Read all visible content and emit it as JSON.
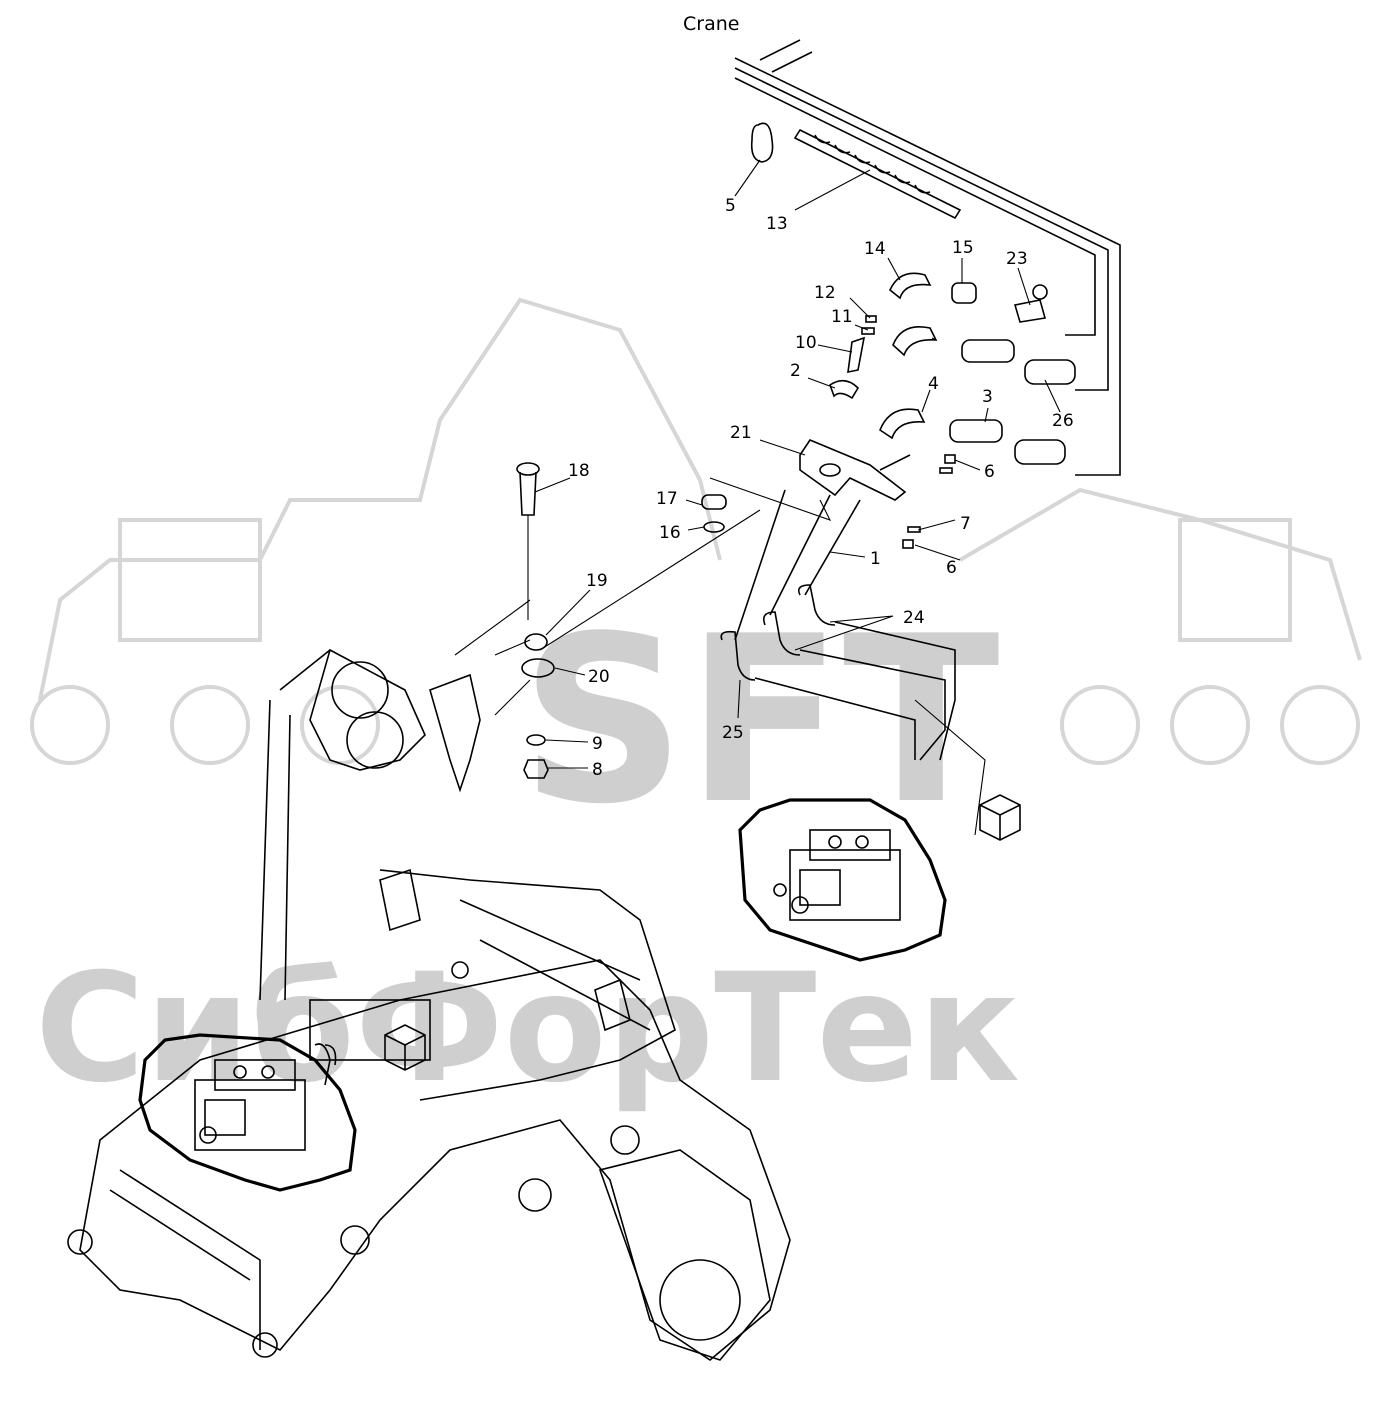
{
  "diagram": {
    "title": "Crane",
    "watermark": {
      "logo": "SFT",
      "text": "СибФорТек",
      "color": "#cfcfcf"
    },
    "callouts": [
      {
        "id": "c1",
        "label": "1"
      },
      {
        "id": "c2",
        "label": "2"
      },
      {
        "id": "c3",
        "label": "3"
      },
      {
        "id": "c4",
        "label": "4"
      },
      {
        "id": "c5",
        "label": "5"
      },
      {
        "id": "c6a",
        "label": "6"
      },
      {
        "id": "c6b",
        "label": "6"
      },
      {
        "id": "c7",
        "label": "7"
      },
      {
        "id": "c8",
        "label": "8"
      },
      {
        "id": "c9",
        "label": "9"
      },
      {
        "id": "c10",
        "label": "10"
      },
      {
        "id": "c11",
        "label": "11"
      },
      {
        "id": "c12",
        "label": "12"
      },
      {
        "id": "c13",
        "label": "13"
      },
      {
        "id": "c14",
        "label": "14"
      },
      {
        "id": "c15",
        "label": "15"
      },
      {
        "id": "c16",
        "label": "16"
      },
      {
        "id": "c17",
        "label": "17"
      },
      {
        "id": "c18",
        "label": "18"
      },
      {
        "id": "c19",
        "label": "19"
      },
      {
        "id": "c20",
        "label": "20"
      },
      {
        "id": "c21",
        "label": "21"
      },
      {
        "id": "c23",
        "label": "23"
      },
      {
        "id": "c24",
        "label": "24"
      },
      {
        "id": "c25",
        "label": "25"
      },
      {
        "id": "c26",
        "label": "26"
      }
    ]
  }
}
